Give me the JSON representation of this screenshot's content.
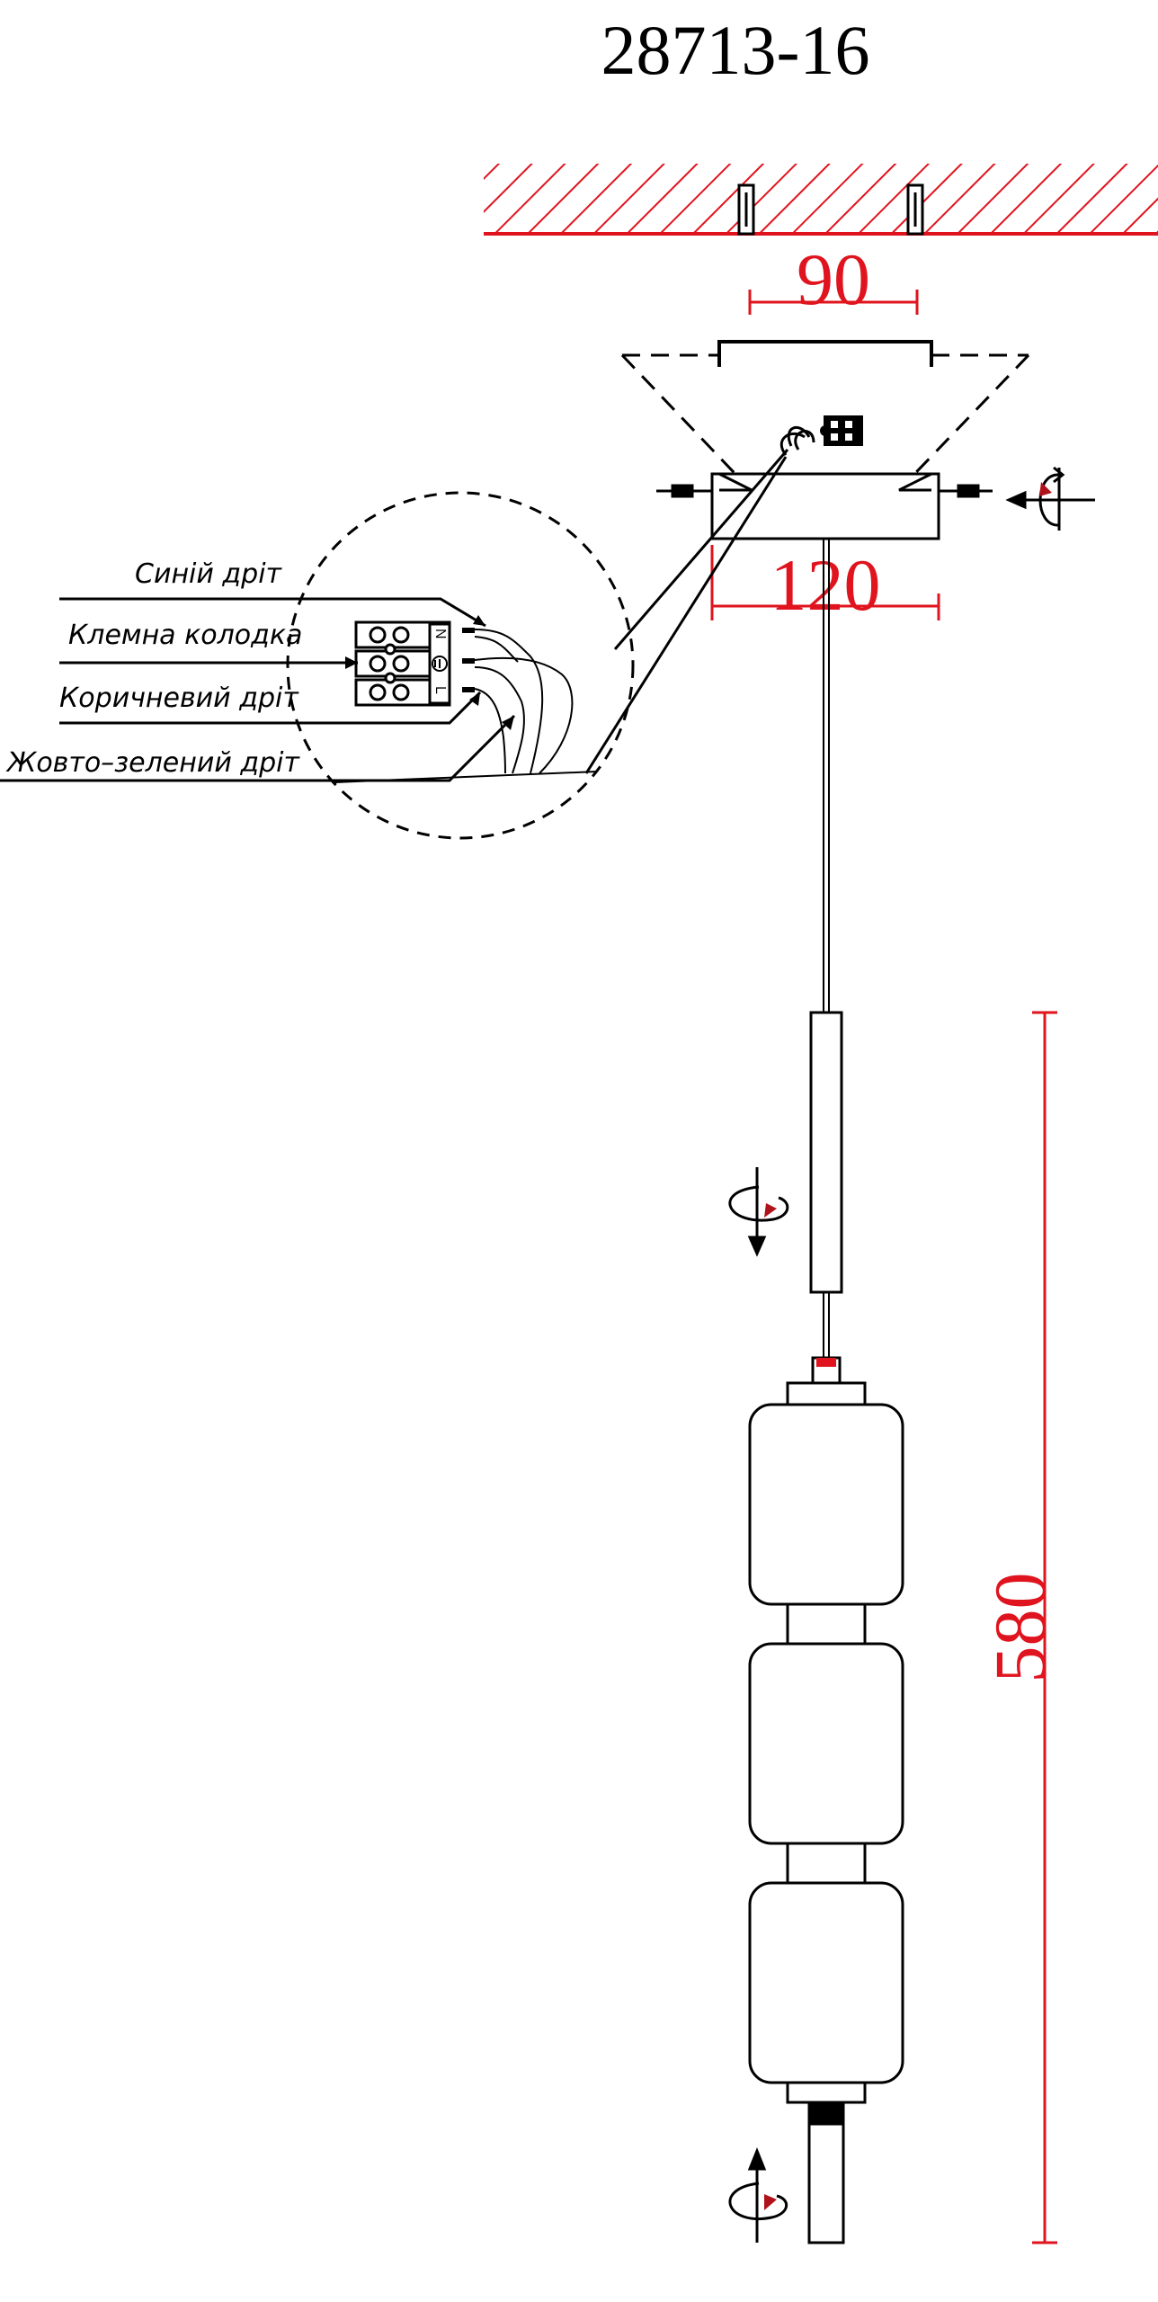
{
  "title": "28713-16",
  "dimensions": {
    "canopy_mount_width": "90",
    "canopy_width": "120",
    "total_height": "580"
  },
  "wiring_labels": [
    "Синій дріт",
    "Клемна колодка",
    "Коричневий дріт",
    "Жовто–зелений дріт"
  ],
  "terminal_marks": {
    "neutral": "N",
    "live": "L"
  },
  "colors": {
    "dimension": "#e0141e",
    "line": "#000000",
    "accent": "#b0121a"
  },
  "icons": [
    "rotate-arrow-icon",
    "earth-ground-icon"
  ]
}
